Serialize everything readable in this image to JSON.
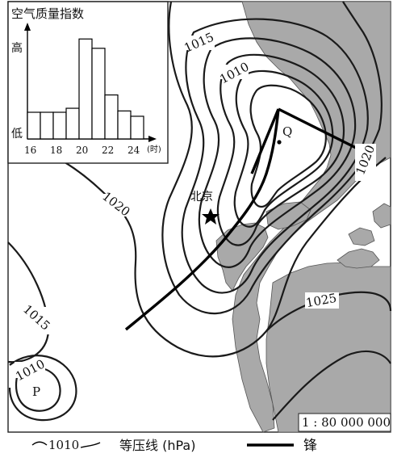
{
  "map": {
    "scale": "1 : 80 000 000",
    "city": "北京",
    "high_label": "Q",
    "low_label": "P",
    "isobar_labels": {
      "north_1015": "1015",
      "north_1010": "1010",
      "center_1020": "1020",
      "east_1020": "1020",
      "west_1015": "1015",
      "low_1010": "1010",
      "sea_1025": "1025"
    }
  },
  "legend": {
    "isobar_sample": "1010",
    "isobar_text": "等压线 (hPa)",
    "front_text": "锋"
  },
  "inset": {
    "title": "空气质量指数",
    "y_high": "高",
    "y_low": "低",
    "x_ticks": [
      "16",
      "18",
      "20",
      "22",
      "24"
    ],
    "x_unit": "(时)"
  },
  "chart_data": {
    "type": "bar",
    "title": "空气质量指数",
    "xlabel": "(时)",
    "ylabel": "",
    "categories": [
      "16",
      "17",
      "18",
      "19",
      "20",
      "21",
      "22",
      "23",
      "24"
    ],
    "values": [
      2,
      2,
      2,
      2.3,
      7.5,
      6.8,
      3.3,
      2.1,
      1.7
    ],
    "ylim": [
      0,
      8
    ],
    "y_tick_labels": [
      "低",
      "高"
    ],
    "bar_fill": "#ffffff"
  },
  "colors": {
    "land": "#a9a9a9",
    "sea": "#ffffff",
    "lines": "#1a1a1a"
  }
}
